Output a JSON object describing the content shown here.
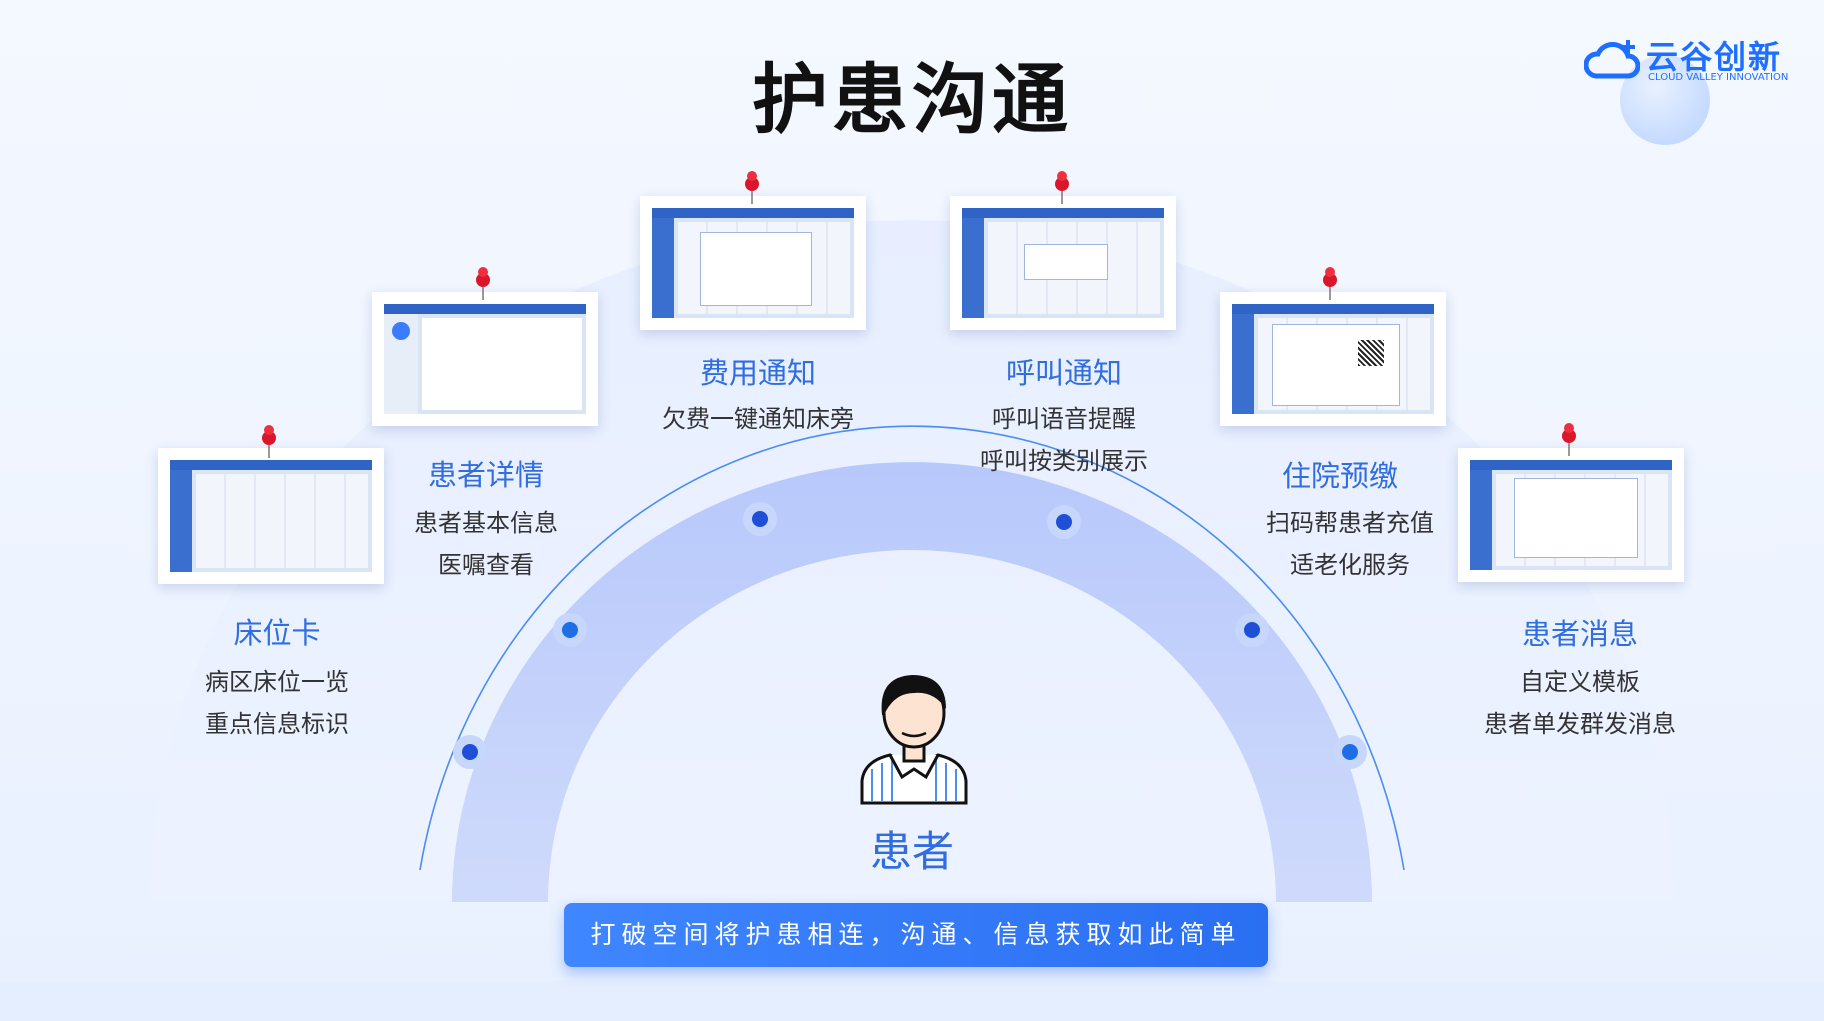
{
  "title": "护患沟通",
  "logo": {
    "cn": "云谷创新",
    "en": "CLOUD VALLEY INNOVATION"
  },
  "center": {
    "label": "患者"
  },
  "banner": "打破空间将护患相连，沟通、信息获取如此简单",
  "features": [
    {
      "title": "床位卡",
      "line1": "病区床位一览",
      "line2": "重点信息标识",
      "icon": "bed-card-screenshot"
    },
    {
      "title": "患者详情",
      "line1": "患者基本信息",
      "line2": "医嘱查看",
      "icon": "patient-detail-screenshot"
    },
    {
      "title": "费用通知",
      "line1": "欠费一键通知床旁",
      "line2": "",
      "icon": "fee-notice-screenshot"
    },
    {
      "title": "呼叫通知",
      "line1": "呼叫语音提醒",
      "line2": "呼叫按类别展示",
      "icon": "call-notice-screenshot"
    },
    {
      "title": "住院预缴",
      "line1": "扫码帮患者充值",
      "line2": "适老化服务",
      "icon": "prepay-screenshot"
    },
    {
      "title": "患者消息",
      "line1": "自定义模板",
      "line2": "患者单发群发消息",
      "icon": "patient-message-screenshot"
    }
  ],
  "colors": {
    "accent": "#2f6de0",
    "banner": "#3a7bff",
    "title": "#111111",
    "pin": "#e11d2a"
  }
}
